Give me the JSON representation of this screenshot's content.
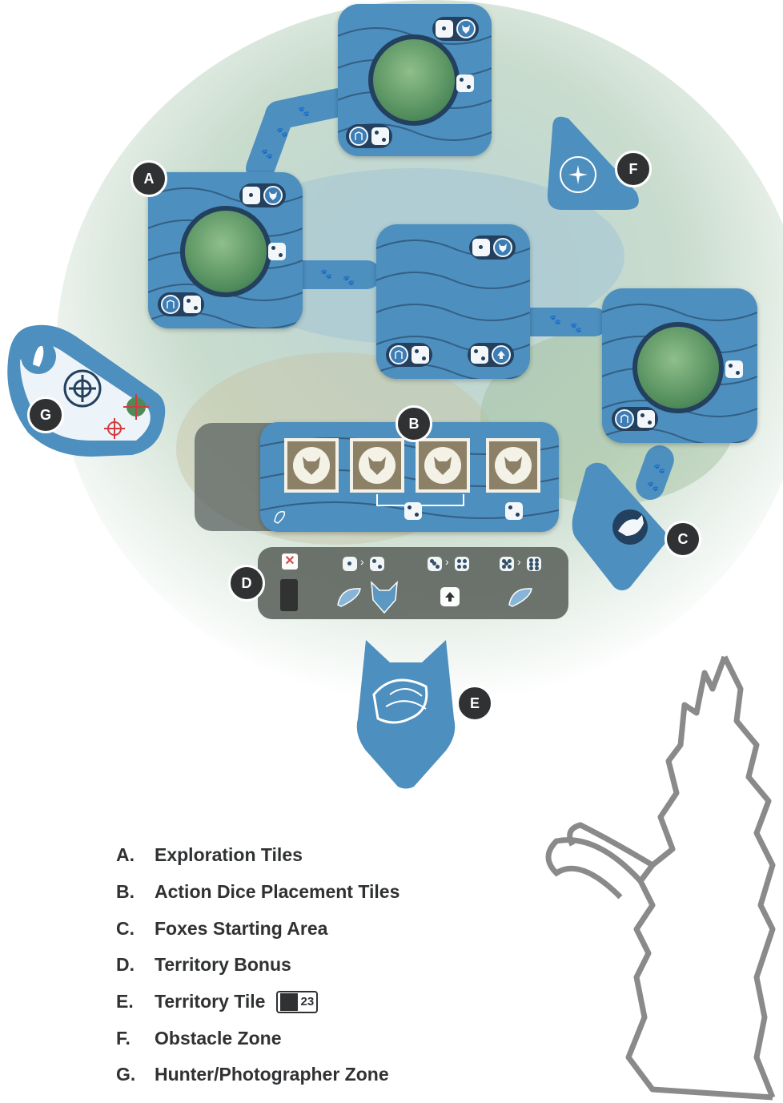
{
  "labels": {
    "a": "A",
    "b": "B",
    "c": "C",
    "d": "D",
    "e": "E",
    "f": "F",
    "g": "G"
  },
  "legend": [
    {
      "letter": "A.",
      "text": "Exploration Tiles"
    },
    {
      "letter": "B.",
      "text": "Action Dice Placement Tiles"
    },
    {
      "letter": "C.",
      "text": "Foxes Starting Area"
    },
    {
      "letter": "D.",
      "text": "Territory Bonus"
    },
    {
      "letter": "E.",
      "text": "Territory Tile"
    },
    {
      "letter": "F.",
      "text": "Obstacle Zone"
    },
    {
      "letter": "G.",
      "text": "Hunter/Photographer Zone"
    }
  ],
  "rulebook_page_ref": "23",
  "colors": {
    "water_tile": "#4d8fbf",
    "dark_navy": "#23405e",
    "forest_green": "#4f8a5a",
    "fox_card": "#8c8166",
    "label_dark": "#2f3133",
    "crosshair_red": "#d23b3b",
    "bonus_panel": "#5f6660"
  },
  "icons": [
    "fox-head-icon",
    "die-icon",
    "shelter-icon",
    "arrow-up-icon",
    "tail-icon",
    "crosshair-icon",
    "star-icon",
    "book-icon",
    "fox-tail-illustration"
  ]
}
